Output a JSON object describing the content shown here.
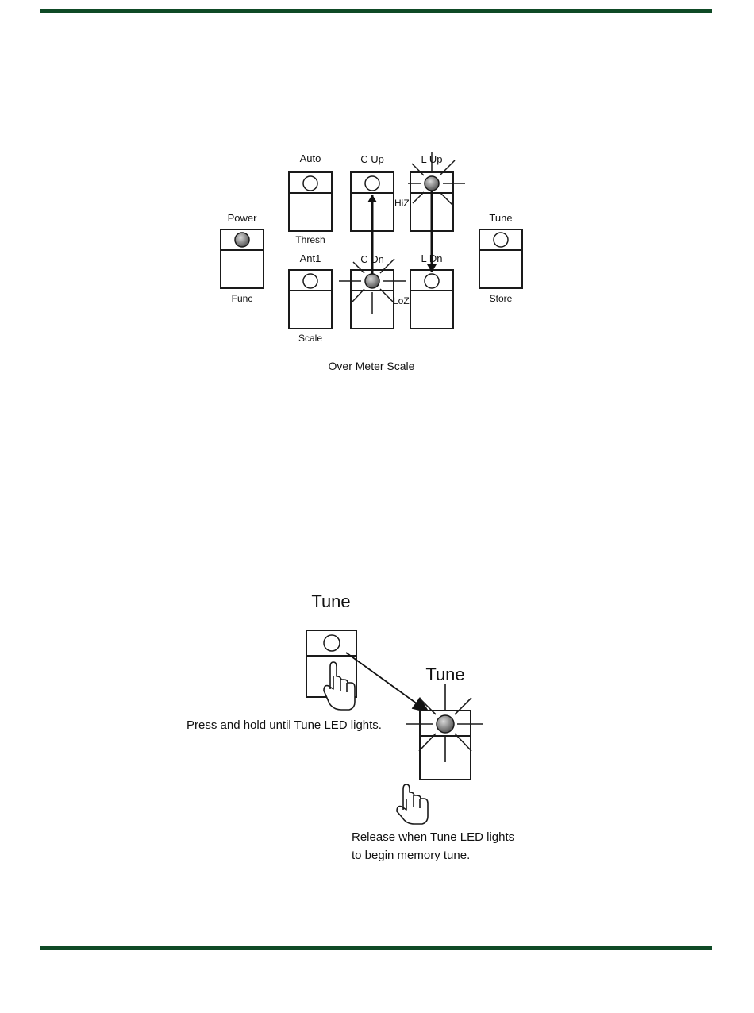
{
  "colors": {
    "rule": "#0f4a26",
    "led_lit": "#6a6a6a",
    "outline": "#1a1a1a"
  },
  "panel": {
    "buttons": [
      {
        "id": "power",
        "top": "Power",
        "bottom": "Func",
        "led": "lit"
      },
      {
        "id": "auto",
        "top": "Auto",
        "bottom": "Thresh",
        "led": "off"
      },
      {
        "id": "ant1",
        "top": "Ant1",
        "bottom": "Scale",
        "led": "off"
      },
      {
        "id": "c-up",
        "top": "C Up",
        "bottom": "",
        "led": "off"
      },
      {
        "id": "c-dn",
        "top": "C Dn",
        "bottom": "",
        "led": "flashing"
      },
      {
        "id": "l-up",
        "top": "L Up",
        "bottom": "",
        "led": "flashing"
      },
      {
        "id": "l-dn",
        "top": "L Dn",
        "bottom": "",
        "led": "off"
      },
      {
        "id": "tune",
        "top": "Tune",
        "bottom": "Store",
        "led": "off"
      }
    ],
    "hiz_label": "HiZ",
    "loz_label": "LoZ",
    "caption": "Over Meter Scale"
  },
  "tune_steps": {
    "step1": {
      "title": "Tune",
      "instruction": "Press and hold until Tune LED lights.",
      "icon": "hand-press-icon"
    },
    "step2": {
      "title": "Tune",
      "instruction_line1": "Release when Tune LED lights",
      "instruction_line2": "to begin memory tune.",
      "icon": "hand-release-icon"
    }
  }
}
